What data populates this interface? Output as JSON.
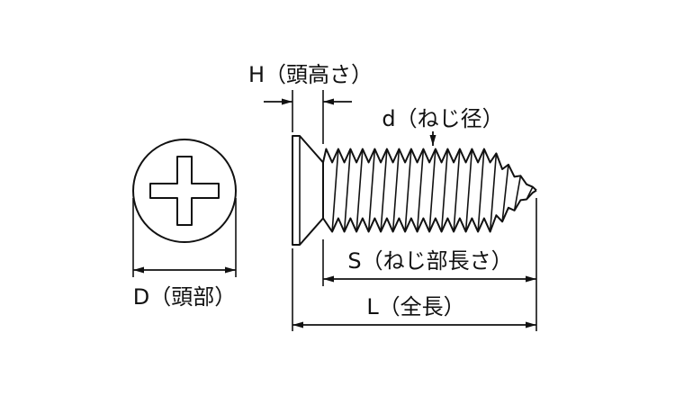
{
  "diagram": {
    "type": "technical-drawing",
    "subject": "countersunk phillips head tapping screw dimension diagram",
    "labels": {
      "head_height": "H（頭高さ）",
      "thread_diameter": "d（ねじ径）",
      "thread_length": "S（ねじ部長さ）",
      "overall_length": "L（全長）",
      "head_diameter": "D（頭部）"
    },
    "colors": {
      "line": "#111111",
      "background": "#ffffff"
    }
  }
}
